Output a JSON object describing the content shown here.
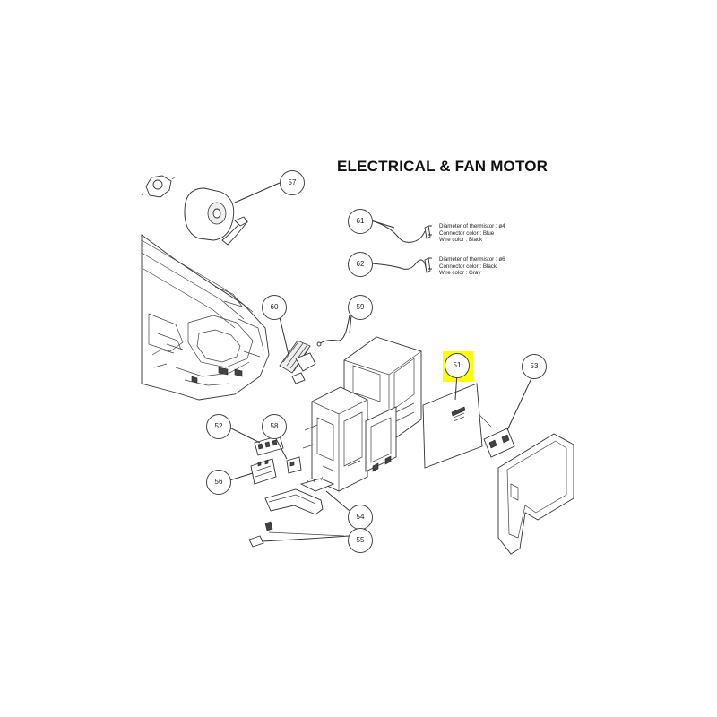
{
  "title": "ELECTRICAL & FAN MOTOR",
  "thermistor_notes": {
    "part_61": [
      "Diameter of thermistor : ø4",
      "Connector color : Blue",
      "Wire color : Black"
    ],
    "part_62": [
      "Diameter of thermistor : ø6",
      "Connector color : Black",
      "Wire color : Gray"
    ]
  },
  "callouts": {
    "c51": "51",
    "c52": "52",
    "c53": "53",
    "c54": "54",
    "c55": "55",
    "c56": "56",
    "c57": "57",
    "c58": "58",
    "c59": "59",
    "c60": "60",
    "c61": "61",
    "c62": "62"
  },
  "highlight": {
    "part": "51",
    "color": "#ffff00"
  }
}
